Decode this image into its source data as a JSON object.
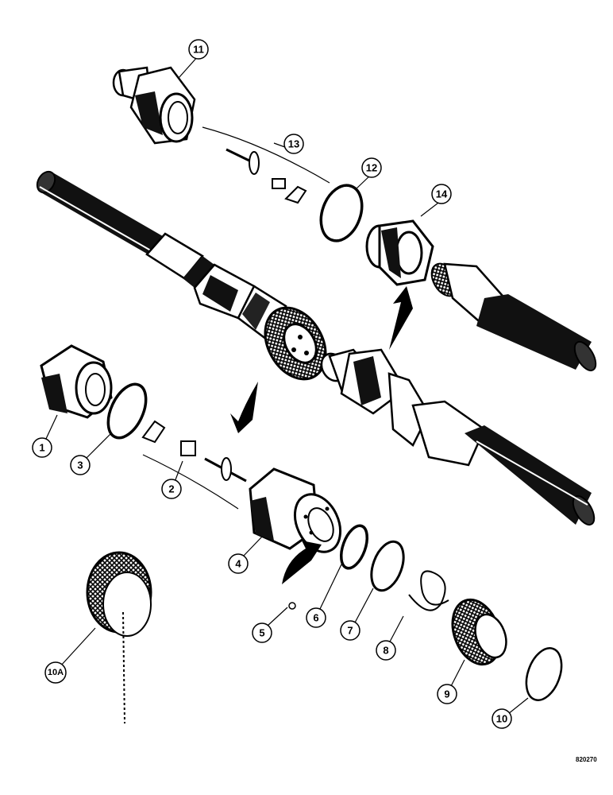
{
  "diagram": {
    "type": "exploded parts illustration",
    "ref_code": "820270",
    "callouts": [
      {
        "label": "1"
      },
      {
        "label": "2"
      },
      {
        "label": "3"
      },
      {
        "label": "4"
      },
      {
        "label": "5"
      },
      {
        "label": "6"
      },
      {
        "label": "7"
      },
      {
        "label": "8"
      },
      {
        "label": "9"
      },
      {
        "label": "10"
      },
      {
        "label": "10A"
      },
      {
        "label": "11"
      },
      {
        "label": "12"
      },
      {
        "label": "13"
      },
      {
        "label": "14"
      }
    ]
  }
}
